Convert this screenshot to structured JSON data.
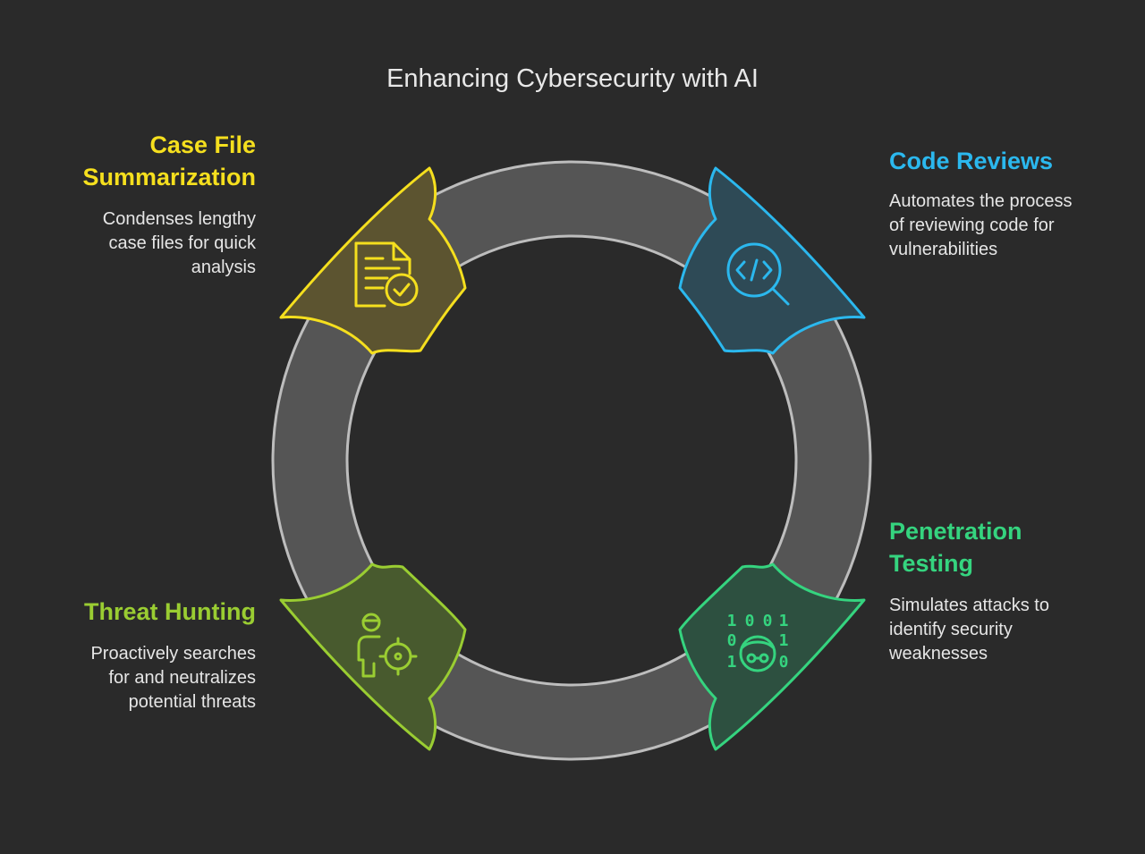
{
  "title": "Enhancing Cybersecurity with AI",
  "items": [
    {
      "title": "Case File Summarization",
      "description": "Condenses lengthy case files for quick analysis",
      "color": "#f5df1e",
      "icon": "document-check-icon"
    },
    {
      "title": "Code Reviews",
      "description": "Automates the process of reviewing code for vulnerabilities",
      "color": "#2bb8ee",
      "icon": "code-search-icon"
    },
    {
      "title": "Penetration Testing",
      "description": "Simulates attacks to identify security weaknesses",
      "color": "#35d47f",
      "icon": "hacker-binary-icon",
      "icon_digits": [
        "1",
        "0",
        "0",
        "1",
        "0",
        "1",
        "1",
        "0"
      ]
    },
    {
      "title": "Threat Hunting",
      "description": "Proactively searches for and neutralizes potential threats",
      "color": "#9acd32",
      "icon": "person-target-icon"
    }
  ]
}
